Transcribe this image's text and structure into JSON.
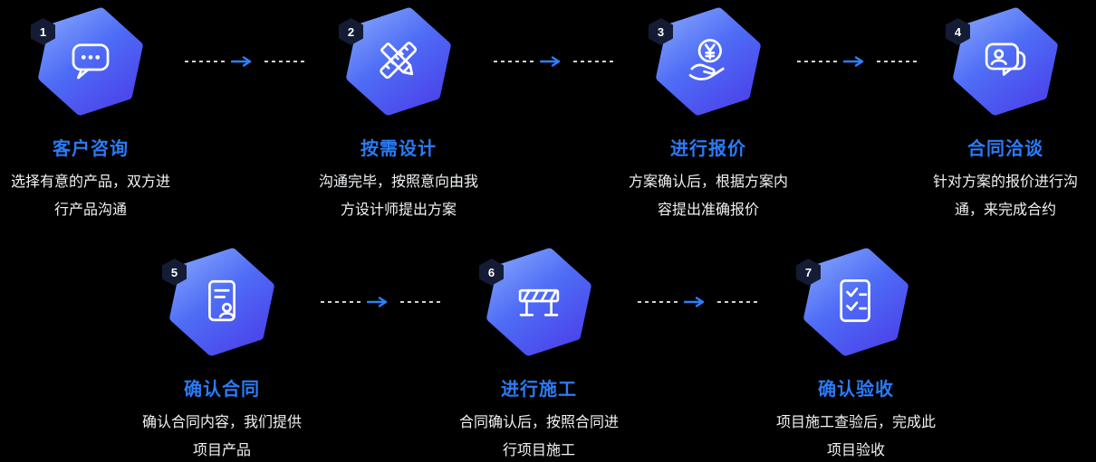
{
  "diagram": {
    "type": "process-flow",
    "colors": {
      "background": "#000000",
      "title_blue": "#2B7BF6",
      "arrow_blue": "#2D7FF9",
      "dash_gray": "#CFD4DB",
      "hexagon_gradient_start": "#84A4FC",
      "hexagon_gradient_mid": "#4E6CF6",
      "hexagon_gradient_end": "#4B3EE8",
      "badge_bg": "#141C35",
      "icon_color": "#FFFFFF",
      "description_color": "#F0F2F5"
    }
  },
  "steps": [
    {
      "number": "1",
      "title": "客户咨询",
      "desc_line1": "选择有意的产品，双方进",
      "desc_line2": "行产品沟通",
      "icon": "chat-icon"
    },
    {
      "number": "2",
      "title": "按需设计",
      "desc_line1": "沟通完毕，按照意向由我",
      "desc_line2": "方设计师提出方案",
      "icon": "pencil-ruler-icon"
    },
    {
      "number": "3",
      "title": "进行报价",
      "desc_line1": "方案确认后，根据方案内",
      "desc_line2": "容提出准确报价",
      "icon": "coin-hand-icon"
    },
    {
      "number": "4",
      "title": "合同洽谈",
      "desc_line1": "针对方案的报价进行沟",
      "desc_line2": "通，来完成合约",
      "icon": "person-bubble-icon"
    },
    {
      "number": "5",
      "title": "确认合同",
      "desc_line1": "确认合同内容，我们提供",
      "desc_line2": "项目产品",
      "icon": "contract-icon"
    },
    {
      "number": "6",
      "title": "进行施工",
      "desc_line1": "合同确认后，按照合同进",
      "desc_line2": "行项目施工",
      "icon": "barrier-icon"
    },
    {
      "number": "7",
      "title": "确认验收",
      "desc_line1": "项目施工查验后，完成此",
      "desc_line2": "项目验收",
      "icon": "checklist-icon"
    }
  ]
}
